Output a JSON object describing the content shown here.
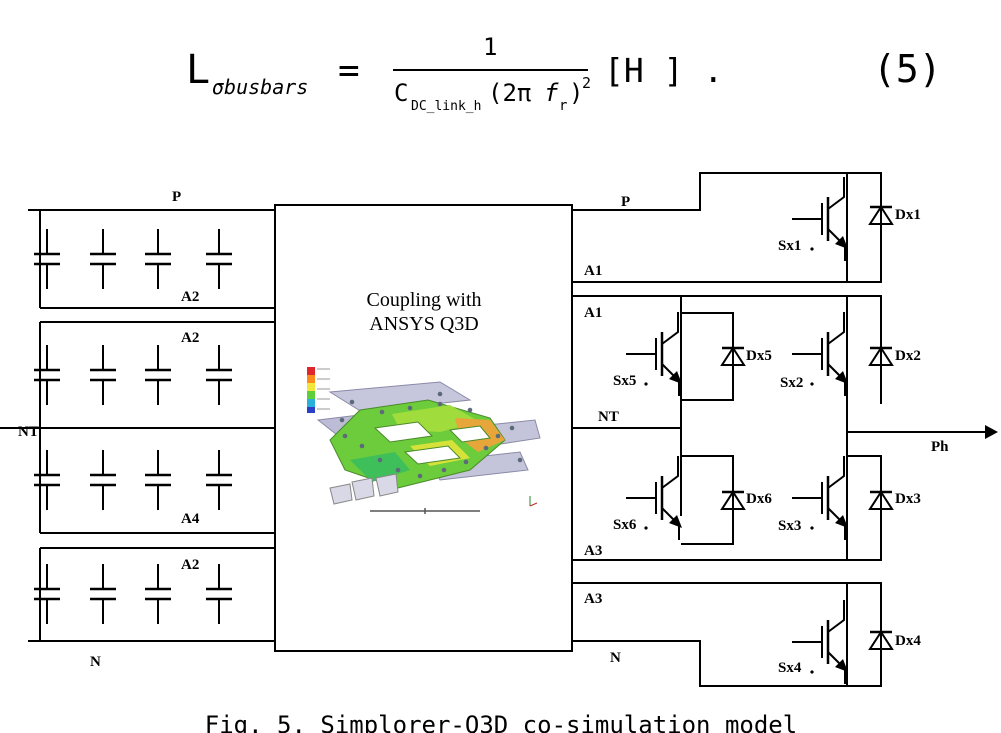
{
  "equation": {
    "lhs_main": "L",
    "lhs_sub": "σbusbars",
    "equals": "=",
    "numerator": "1",
    "den_c": "C",
    "den_c_sub": "DC_link_h",
    "den_paren_open": "(2π",
    "den_f": "f",
    "den_f_sub": "r",
    "den_paren_close": ")",
    "den_exp": "2",
    "unit": "[H ] .",
    "number": "(5)"
  },
  "schematic": {
    "center_block": {
      "title_line1": "Coupling with",
      "title_line2": "ANSYS Q3D"
    },
    "left_labels": {
      "p": "P",
      "a2_top": "A2",
      "a2_mid": "A2",
      "nt": "NT",
      "a4": "A4",
      "a2_bot": "A2",
      "n": "N"
    },
    "right_labels": {
      "p": "P",
      "a1_top": "A1",
      "a1_mid": "A1",
      "nt": "NT",
      "a3_mid": "A3",
      "a3_bot": "A3",
      "n": "N",
      "ph": "Ph"
    },
    "switches": [
      "Sx1",
      "Sx5",
      "Sx2",
      "Sx6",
      "Sx3",
      "Sx4"
    ],
    "diodes": [
      "Dx1",
      "Dx5",
      "Dx2",
      "Dx6",
      "Dx3",
      "Dx4"
    ]
  },
  "caption": {
    "text": "Fig. 5. Simplorer-Q3D co-simulation model"
  }
}
